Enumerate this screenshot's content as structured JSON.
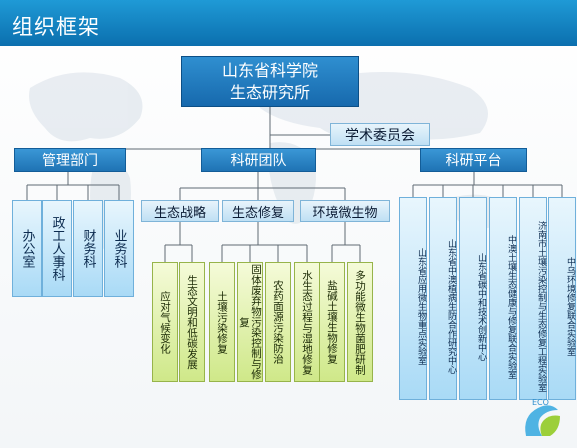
{
  "header": {
    "title": "组织框架"
  },
  "root": {
    "line1": "山东省科学院",
    "line2": "生态研究所"
  },
  "committee": {
    "label": "学术委员会"
  },
  "branches": {
    "management": {
      "label": "管理部门",
      "departments": [
        "办公室",
        "政工人事科",
        "财务科",
        "业务科"
      ]
    },
    "research_team": {
      "label": "科研团队",
      "groups": [
        {
          "label": "生态战略",
          "institutes": [
            "应对气候变化",
            "生态文明和低碳发展"
          ]
        },
        {
          "label": "生态修复",
          "institutes": [
            "土壤污染修复",
            "固体废弃物污染控制与修复",
            "农药面源污染防治",
            "水生态过程与湿地修复"
          ]
        },
        {
          "label": "环境微生物",
          "institutes": [
            "盐碱土壤生物修复",
            "多功能微生物菌肥研制"
          ]
        }
      ]
    },
    "research_platform": {
      "label": "科研平台",
      "labs": [
        "山东省应用微生物重点实验室",
        "山东省中澳植病生防合作研究中心",
        "山东省碳中和技术创新中心",
        "中澳土壤生态健康与修复联合实验室",
        "济南市土壤污染控制与生态修复工程实验室",
        "中乌环境修复联合实验室"
      ]
    }
  },
  "logo": {
    "text": "ECO"
  },
  "colors": {
    "header": "#0b6fae",
    "node_blue": "#1f73b4",
    "node_pale": "#bfe0f4",
    "institute_green": "#cfe889",
    "connector": "#5f6a73"
  }
}
